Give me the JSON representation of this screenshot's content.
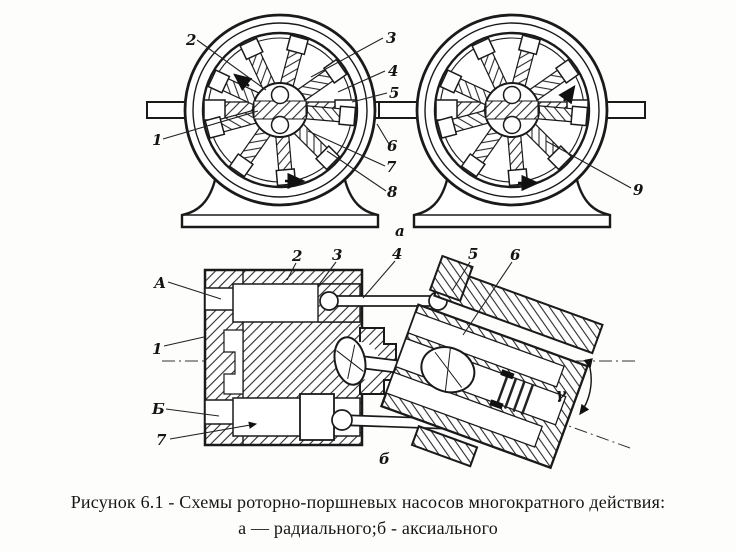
{
  "colors": {
    "ink": "#1a1a1a",
    "paper": "#fdfdfc"
  },
  "caption": {
    "line1": "Рисунок 6.1 - Схемы роторно-поршневых насосов многократного действия:",
    "line2": "а — радиального;б - аксиального"
  },
  "radial": {
    "sublabel": "а",
    "labels": {
      "n1": "1",
      "n2": "2",
      "n3": "3",
      "n4": "4",
      "n5": "5",
      "n6": "6",
      "n7": "7",
      "n8": "8",
      "n9": "9"
    }
  },
  "axial": {
    "sublabel": "б",
    "labels": {
      "A": "А",
      "B": "Б",
      "n1": "1",
      "n2": "2",
      "n3": "3",
      "n4": "4",
      "n5": "5",
      "n6": "6",
      "n7": "7",
      "angle": "γ"
    }
  }
}
